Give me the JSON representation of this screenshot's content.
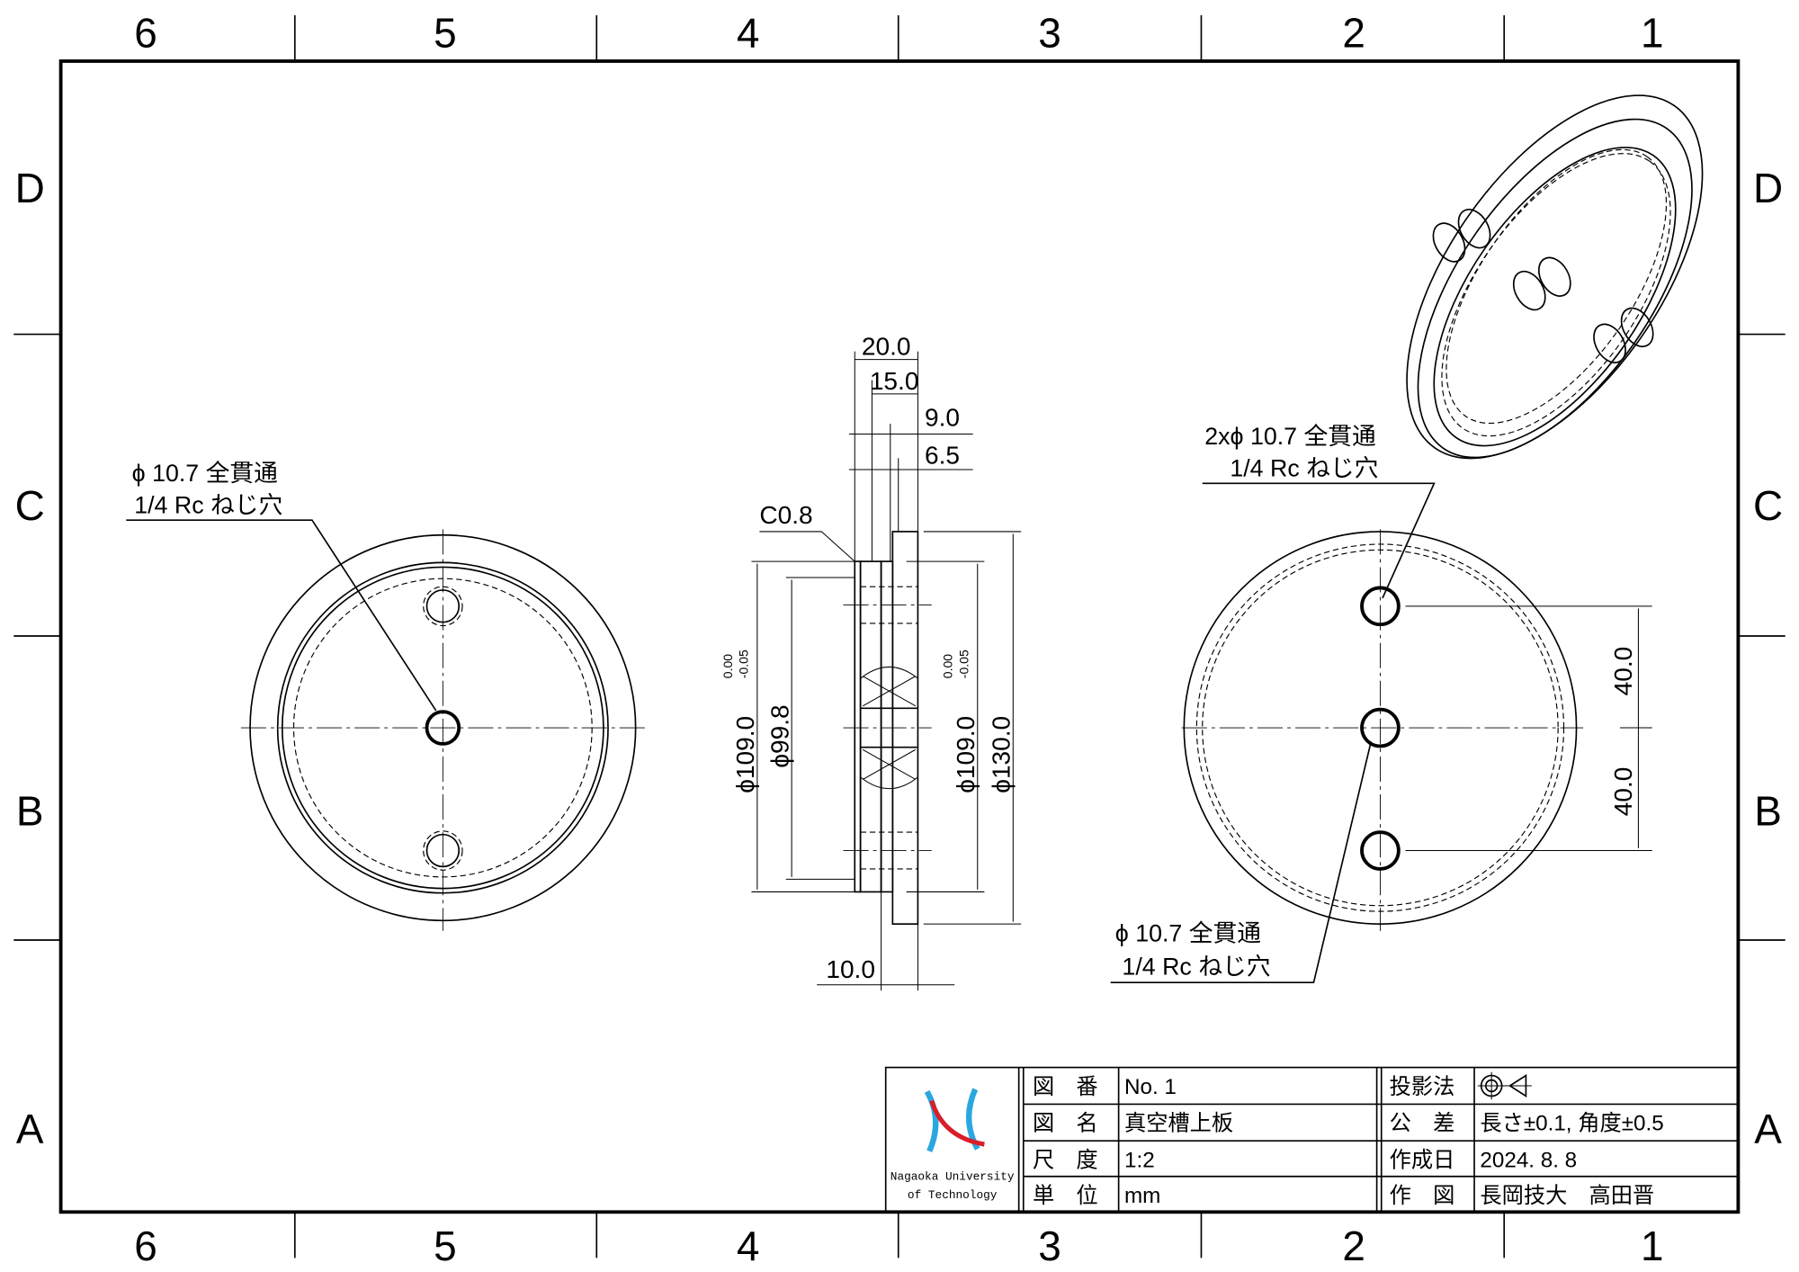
{
  "zones": {
    "columns": [
      "6",
      "5",
      "4",
      "3",
      "2",
      "1"
    ],
    "rows": [
      "D",
      "C",
      "B",
      "A"
    ]
  },
  "callouts": {
    "left": {
      "line1": "ϕ 10.7 全貫通",
      "line2": "1/4 Rc ねじ穴"
    },
    "right_top": {
      "line1": "2xϕ 10.7 全貫通",
      "line2": "1/4 Rc ねじ穴"
    },
    "right_bottom": {
      "line1": "ϕ 10.7 全貫通",
      "line2": "1/4 Rc ねじ穴"
    }
  },
  "dimensions": {
    "d20": "20.0",
    "d15": "15.0",
    "d9": "9.0",
    "d6_5": "6.5",
    "chamfer": "C0.8",
    "d10": "10.0",
    "dia109_left": "ϕ109.0",
    "tol_upper": "0.00",
    "tol_lower": "-0.05",
    "dia99_8": "ϕ99.8",
    "dia109_right": "ϕ109.0",
    "dia130": "ϕ130.0",
    "pitch_top": "40.0",
    "pitch_bottom": "40.0"
  },
  "title_block": {
    "logo_text_1": "Nagaoka University",
    "logo_text_2": "of Technology",
    "rows": [
      {
        "label": "図　番",
        "value": "No. 1",
        "label2": "投影法",
        "value2": ""
      },
      {
        "label": "図　名",
        "value": "真空槽上板",
        "label2": "公　差",
        "value2": "長さ±0.1, 角度±0.5"
      },
      {
        "label": "尺　度",
        "value": "1:2",
        "label2": "作成日",
        "value2": "2024. 8. 8"
      },
      {
        "label": "単　位",
        "value": "mm",
        "label2": "作　図",
        "value2": "長岡技大　高田晋"
      }
    ]
  },
  "colors": {
    "logo_blue": "#2aa7e0",
    "logo_red": "#d81e2a"
  }
}
